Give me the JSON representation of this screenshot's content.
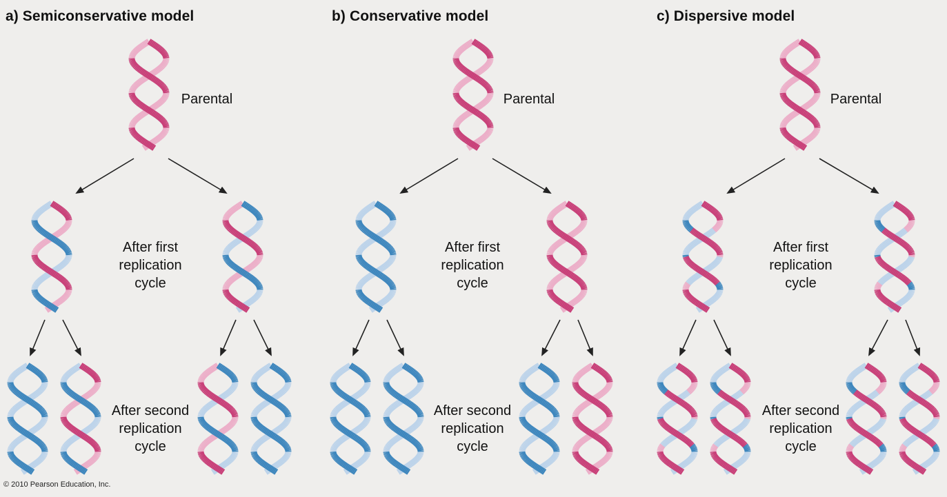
{
  "panels": [
    {
      "title": "a) Semiconservative model",
      "parental_label": "Parental",
      "first_label": "After first\nreplication\ncycle",
      "second_label": "After second\nreplication\ncycle",
      "parental": [
        "P",
        "P"
      ],
      "first": [
        [
          "P",
          "B"
        ],
        [
          "B",
          "P"
        ]
      ],
      "second": [
        [
          "B",
          "B"
        ],
        [
          "P",
          "B"
        ],
        [
          "B",
          "P"
        ],
        [
          "B",
          "B"
        ]
      ]
    },
    {
      "title": "b) Conservative model",
      "parental_label": "Parental",
      "first_label": "After first\nreplication\ncycle",
      "second_label": "After second\nreplication\ncycle",
      "parental": [
        "P",
        "P"
      ],
      "first": [
        [
          "B",
          "B"
        ],
        [
          "P",
          "P"
        ]
      ],
      "second": [
        [
          "B",
          "B"
        ],
        [
          "B",
          "B"
        ],
        [
          "B",
          "B"
        ],
        [
          "P",
          "P"
        ]
      ]
    },
    {
      "title": "c) Dispersive model",
      "parental_label": "Parental",
      "first_label": "After first\nreplication\ncycle",
      "second_label": "After second\nreplication\ncycle",
      "parental": [
        "P",
        "P"
      ],
      "first": [
        [
          "M",
          "M"
        ],
        [
          "M",
          "M"
        ]
      ],
      "second": [
        [
          "M",
          "M"
        ],
        [
          "M",
          "M"
        ],
        [
          "M",
          "M"
        ],
        [
          "M",
          "M"
        ]
      ]
    }
  ],
  "colors": {
    "parental_strand": "#c83f78",
    "parental_strand_light": "#ecaec8",
    "new_strand": "#3d86bd",
    "new_strand_light": "#bcd3ea",
    "arrow": "#222222"
  },
  "copyright": "© 2010 Pearson Education, Inc."
}
